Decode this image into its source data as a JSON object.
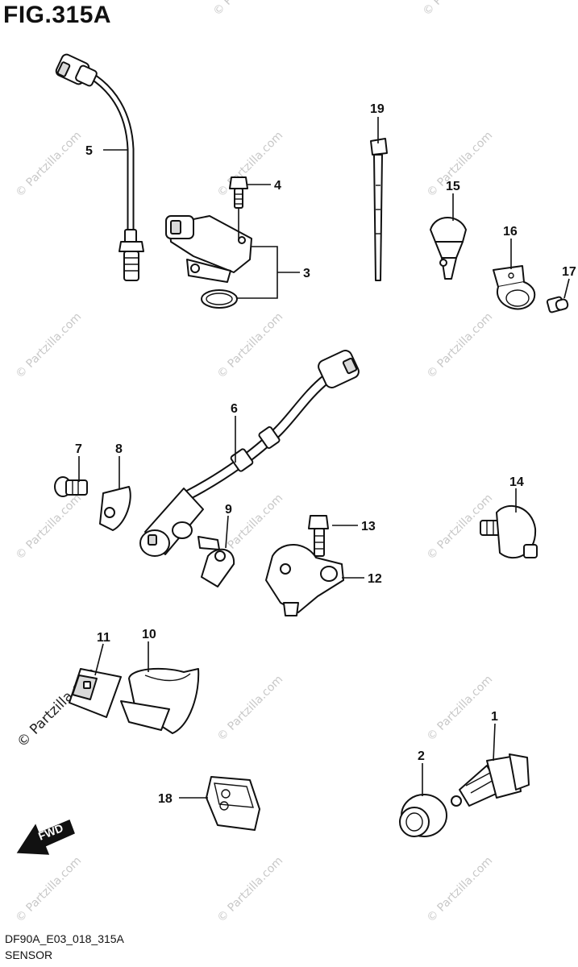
{
  "figure": {
    "title": "FIG.315A",
    "drawing_code": "DF90A_E03_018_315A",
    "drawing_name": "SENSOR"
  },
  "watermark": {
    "text": "© Partzilla.com"
  },
  "direction_arrow": {
    "label": "FWD"
  },
  "callouts": {
    "p1": "1",
    "p2": "2",
    "p3": "3",
    "p4": "4",
    "p5": "5",
    "p6": "6",
    "p7": "7",
    "p8": "8",
    "p9": "9",
    "p10": "10",
    "p11": "11",
    "p12": "12",
    "p13": "13",
    "p14": "14",
    "p15": "15",
    "p16": "16",
    "p17": "17",
    "p18": "18",
    "p19": "19"
  }
}
